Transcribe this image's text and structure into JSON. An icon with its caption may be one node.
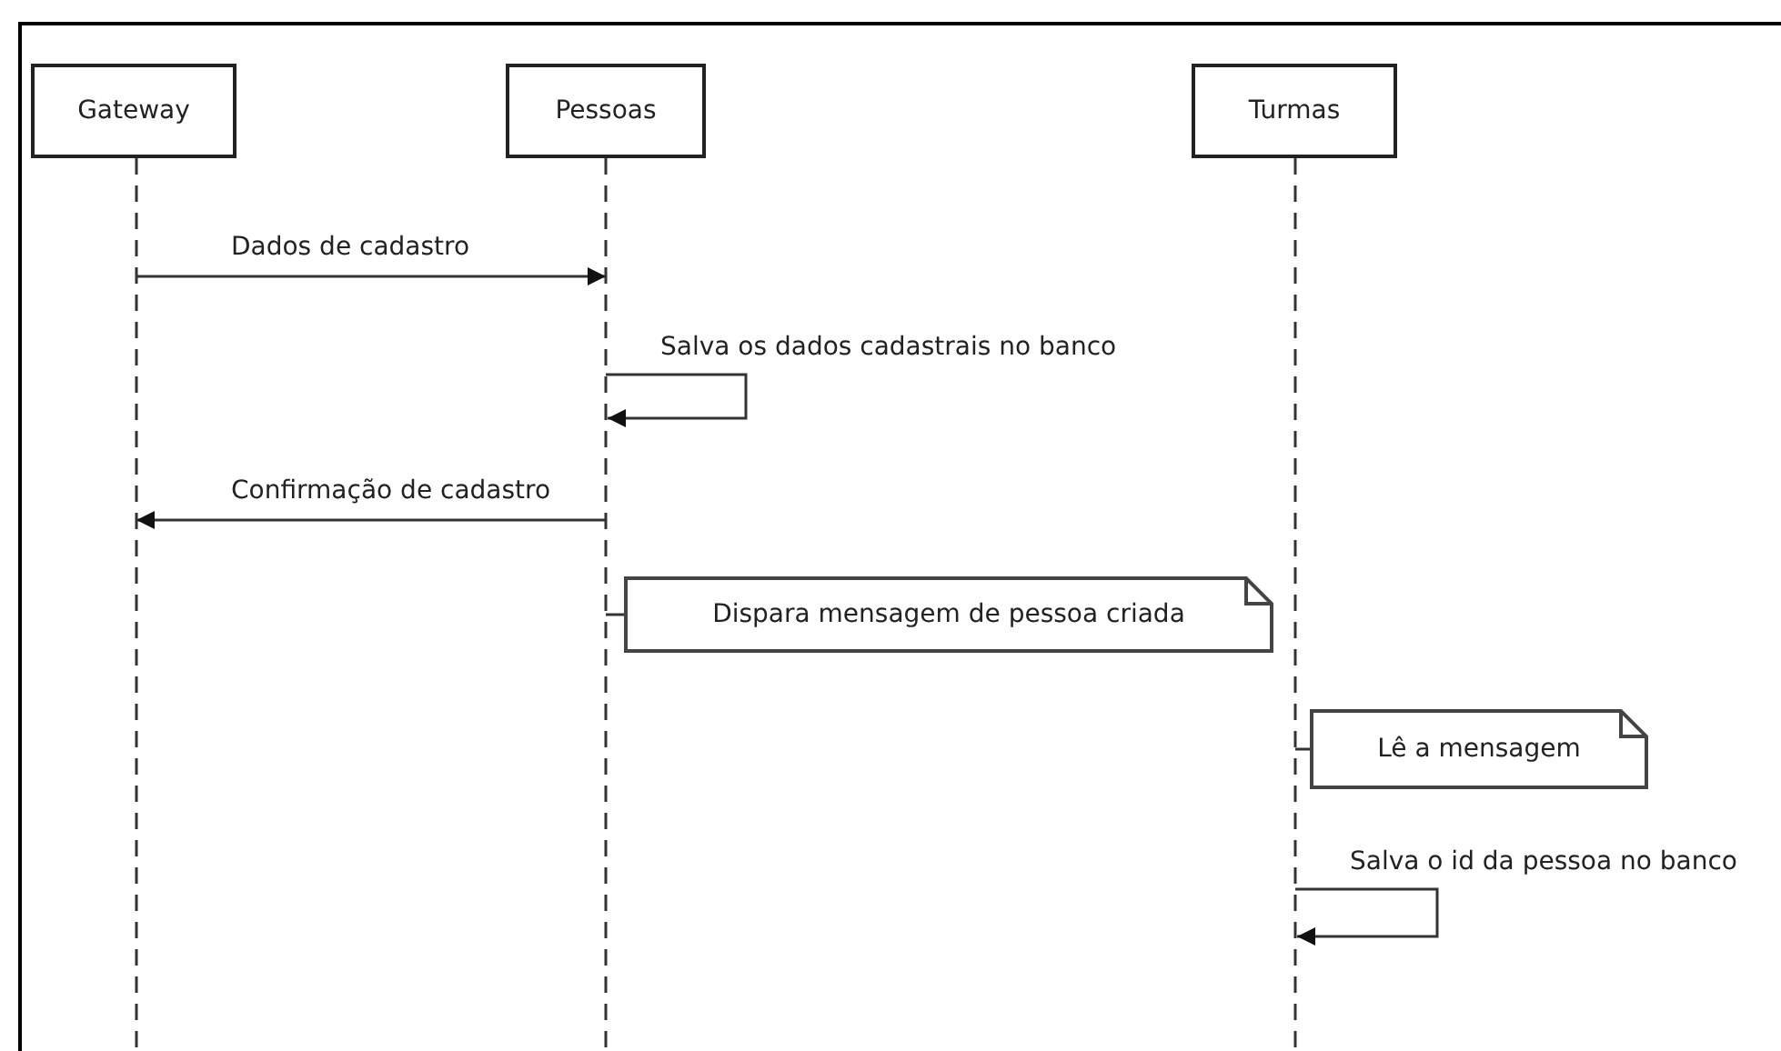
{
  "diagram": {
    "nodes": [
      {
        "text": [
          "Gateway"
        ]
      },
      {
        "text": [
          "Pessoas"
        ]
      },
      {
        "text": [
          "Turmas"
        ]
      },
      {
        "text": [
          "Dispara mensagem de pessoa criada"
        ]
      },
      {
        "text": [
          "Lê a mensagem"
        ]
      }
    ],
    "edges": [
      {
        "from": 0,
        "to": 1,
        "arrow": "to",
        "label": "Dados de cadastro"
      },
      {
        "from": 1,
        "to": 1,
        "arrow": "to",
        "label": "Salva os dados cadastrais no banco"
      },
      {
        "from": 1,
        "to": 0,
        "arrow": "to",
        "label": "Confirmação de cadastro"
      },
      {
        "from": 1,
        "to": 3,
        "arrow": "none"
      },
      {
        "from": 2,
        "to": 4,
        "arrow": "none"
      },
      {
        "from": 2,
        "to": 2,
        "arrow": "to",
        "label": "Salva o id da pessoa no banco"
      }
    ]
  }
}
